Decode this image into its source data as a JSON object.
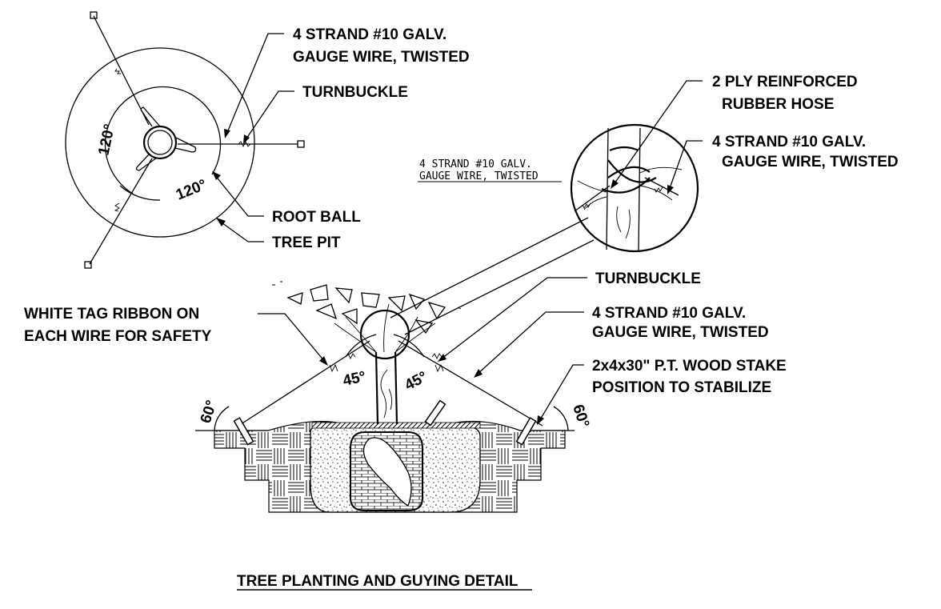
{
  "title": "TREE PLANTING AND GUYING DETAIL",
  "plan_view": {
    "wire_label_line1": "4 STRAND #10 GALV.",
    "wire_label_line2": "GAUGE WIRE, TWISTED",
    "turnbuckle": "TURNBUCKLE",
    "root_ball": "ROOT BALL",
    "tree_pit": "TREE PIT",
    "angle_a": "120°",
    "angle_b": "120°"
  },
  "detail_inset": {
    "hose_line1": "2 PLY REINFORCED",
    "hose_line2": "RUBBER HOSE",
    "wire_right_line1": "4 STRAND #10 GALV.",
    "wire_right_line2": "GAUGE WIRE, TWISTED",
    "wire_left_line1": "4 STRAND #10 GALV.",
    "wire_left_line2": "GAUGE WIRE, TWISTED"
  },
  "elevation": {
    "ribbon_line1": "WHITE TAG RIBBON ON",
    "ribbon_line2": "EACH WIRE FOR SAFETY",
    "turnbuckle": "TURNBUCKLE",
    "wire_line1": "4 STRAND #10 GALV.",
    "wire_line2": "GAUGE WIRE, TWISTED",
    "stake_line1": "2x4x30\" P.T. WOOD STAKE",
    "stake_line2": "POSITION TO STABILIZE",
    "angle_left_guy": "45°",
    "angle_right_guy": "45°",
    "angle_left_stake": "60°",
    "angle_right_stake": "60°"
  }
}
